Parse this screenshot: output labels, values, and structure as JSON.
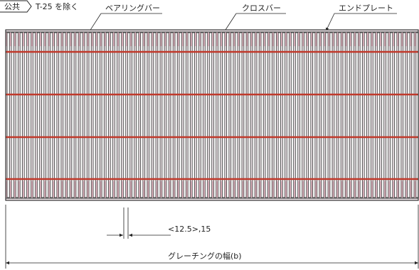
{
  "header": {
    "badge": "公共",
    "condition": "T-25 を除く"
  },
  "labels": {
    "bearing_bar": "ベアリングバー",
    "cross_bar": "クロスバー",
    "end_plate": "エンドプレート"
  },
  "dimensions": {
    "pitch": "<12.5>,15",
    "width": "グレーチングの幅(b)"
  },
  "colors": {
    "crossbar": "#c0392b",
    "fill_band": "#e8b8c4",
    "bar_dark": "#4a4a4a",
    "bar_light": "#f4f4f4",
    "frame": "#333333"
  }
}
